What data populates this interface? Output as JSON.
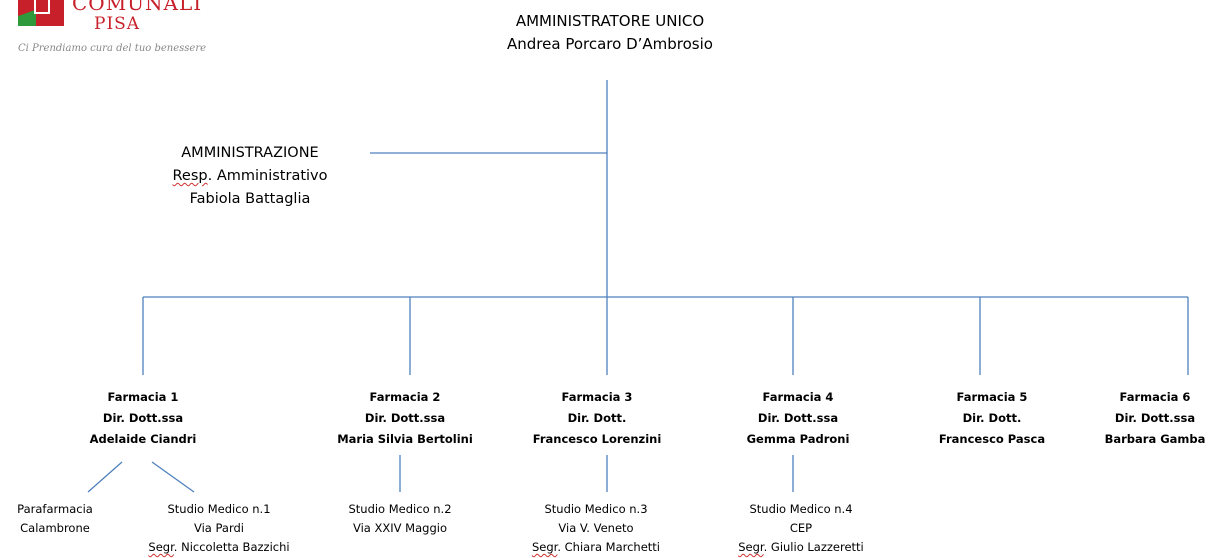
{
  "logo": {
    "word_line1": "COMUNALI",
    "word_line2": "PISA",
    "tagline": "Ci Prendiamo cura del tuo benessere",
    "brand_red": "#c8202a",
    "brand_green": "#2f9a3b"
  },
  "root": {
    "title": "AMMINISTRATORE UNICO",
    "name": "Andrea Porcaro D’Ambrosio"
  },
  "admin": {
    "title": "AMMINISTRAZIONE",
    "role": "Resp. Amministrativo",
    "name": "Fabiola Battaglia"
  },
  "pharmacies": [
    {
      "title": "Farmacia 1",
      "role": "Dir. Dott.ssa",
      "name": "Adelaide Ciandri"
    },
    {
      "title": "Farmacia 2",
      "role": "Dir. Dott.ssa",
      "name": "Maria Silvia Bertolini"
    },
    {
      "title": "Farmacia 3",
      "role": "Dir. Dott.",
      "name": "Francesco Lorenzini"
    },
    {
      "title": "Farmacia 4",
      "role": "Dir. Dott.ssa",
      "name": "Gemma Padroni"
    },
    {
      "title": "Farmacia 5",
      "role": "Dir. Dott.",
      "name": "Francesco Pasca"
    },
    {
      "title": "Farmacia 6",
      "role": "Dir. Dott.ssa",
      "name": "Barbara Gamba"
    }
  ],
  "sub_units": [
    {
      "line1": "Parafarmacia",
      "line2": "Calambrone",
      "line3": ""
    },
    {
      "line1": "Studio Medico n.1",
      "line2": "Via Pardi",
      "line3": "Segr. Niccoletta Bazzichi"
    },
    {
      "line1": "Studio Medico n.2",
      "line2": "Via XXIV Maggio",
      "line3": ""
    },
    {
      "line1": "Studio Medico n.3",
      "line2": "Via V. Veneto",
      "line3": "Segr. Chiara Marchetti"
    },
    {
      "line1": "Studio Medico n.4",
      "line2": "CEP",
      "line3": "Segr. Giulio Lazzeretti"
    }
  ],
  "connector_color": "#4f81bd"
}
